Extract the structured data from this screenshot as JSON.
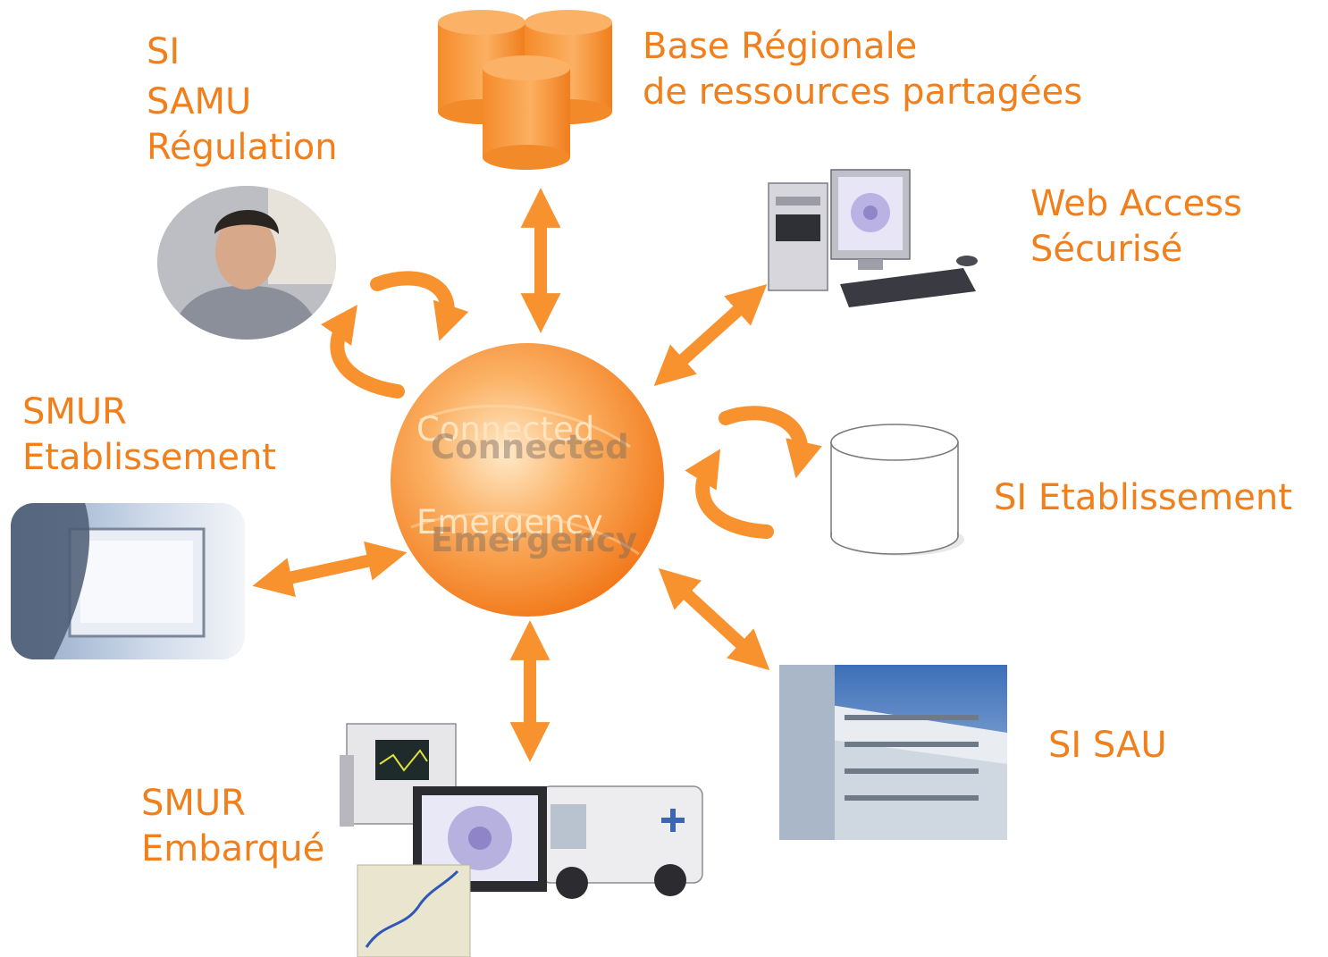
{
  "colors": {
    "accent": "#f7922f",
    "label": "#f07f1c",
    "hub_center": "#ffe4bf",
    "hub_edge": "#f47e1f"
  },
  "hub": {
    "line1": "Connected",
    "line2": "Emergency"
  },
  "nodes": {
    "samu": {
      "lines": [
        "SI",
        "SAMU",
        "Régulation"
      ],
      "picture": "operator-photo"
    },
    "base": {
      "lines": [
        "Base Régionale",
        "de ressources partagées"
      ],
      "picture": "database-icon"
    },
    "web": {
      "lines": [
        "Web Access",
        "Sécurisé"
      ],
      "picture": "desktop-computer-icon"
    },
    "etab": {
      "lines": [
        "SI Etablissement"
      ],
      "picture": "database-icon"
    },
    "sau": {
      "lines": [
        "SI SAU"
      ],
      "picture": "hospital-building-photo"
    },
    "embarque": {
      "lines": [
        "SMUR",
        "Embarqué"
      ],
      "picture": "onboard-equipment-photo"
    },
    "smur_etab": {
      "lines": [
        "SMUR",
        "Etablissement"
      ],
      "picture": "workstation-photo"
    }
  }
}
